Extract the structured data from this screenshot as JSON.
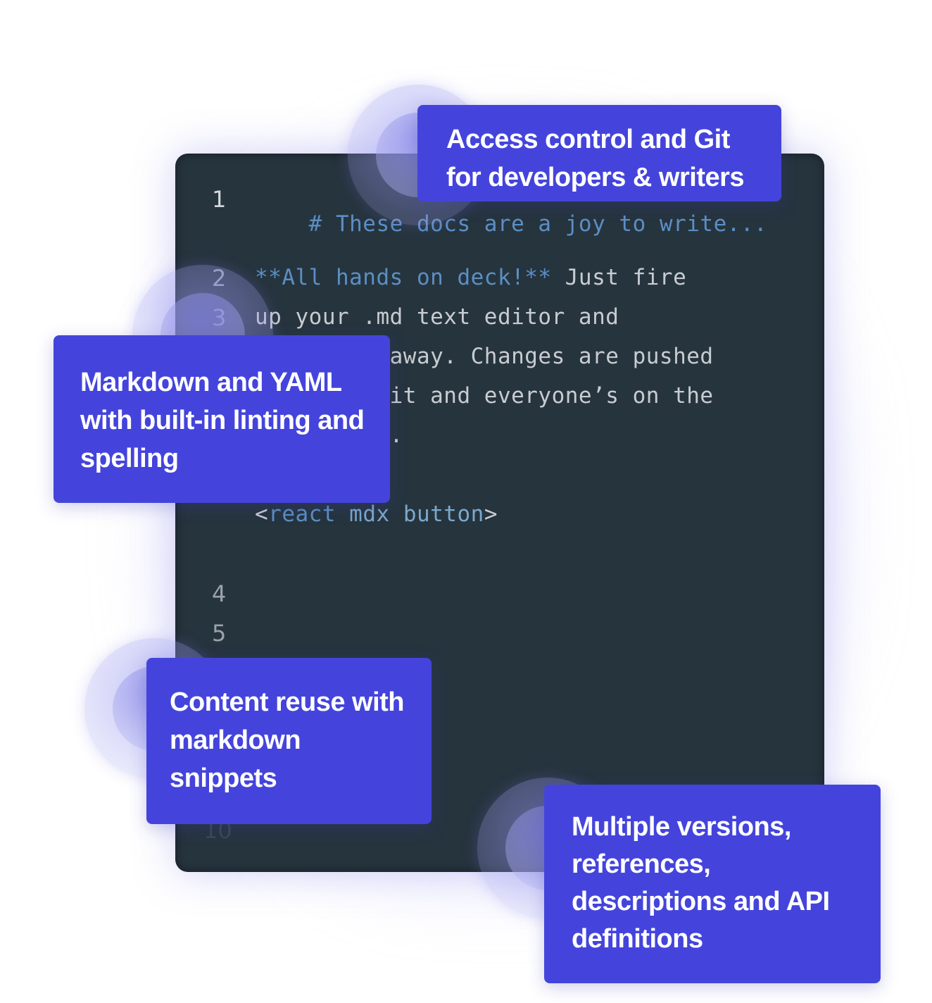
{
  "editor": {
    "lines": [
      {
        "number": "1",
        "parts": [
          {
            "text": "# These docs are a joy to write...",
            "style": "blue"
          }
        ]
      },
      {
        "number": "2",
        "parts": [
          {
            "text": "**All hands on deck!**",
            "style": "blue"
          },
          {
            "text": " Just fire",
            "style": "light"
          }
        ]
      },
      {
        "number": "3",
        "parts": [
          {
            "text": "up your .md text editor and",
            "style": "light"
          }
        ]
      },
      {
        "number": "",
        "parts": [
          {
            "text": "          away. Changes are pushed",
            "style": "light"
          }
        ]
      },
      {
        "number": "",
        "parts": [
          {
            "text": "          it and everyone’s on the",
            "style": "light"
          }
        ]
      },
      {
        "number": "",
        "parts": [
          {
            "text": "          .",
            "style": "light"
          }
        ]
      },
      {
        "number": "",
        "parts": [
          {
            "text": "<",
            "style": "light"
          },
          {
            "text": "react",
            "style": "blue"
          },
          {
            "text": " mdx button",
            "style": "blue"
          },
          {
            "text": ">",
            "style": "light"
          }
        ]
      }
    ],
    "line_numbers_lower": [
      "4",
      "5",
      "10"
    ]
  },
  "cards": [
    {
      "id": "access-control",
      "lines": [
        "Access control and Git",
        "for developers & writers"
      ]
    },
    {
      "id": "markdown-yaml",
      "lines": [
        "Markdown and YAML",
        "with built-in linting and",
        "spelling"
      ]
    },
    {
      "id": "content-reuse",
      "lines": [
        "Content reuse with",
        "markdown",
        "snippets"
      ]
    },
    {
      "id": "multiple-versions",
      "lines": [
        "Multiple versions,",
        "references,",
        "descriptions and API",
        "definitions"
      ]
    }
  ],
  "colors": {
    "card_bg": "#4444dc",
    "editor_bg": "#26343e",
    "syntax_blue": "#5b8fc4",
    "text_light": "#c8ccd0"
  }
}
